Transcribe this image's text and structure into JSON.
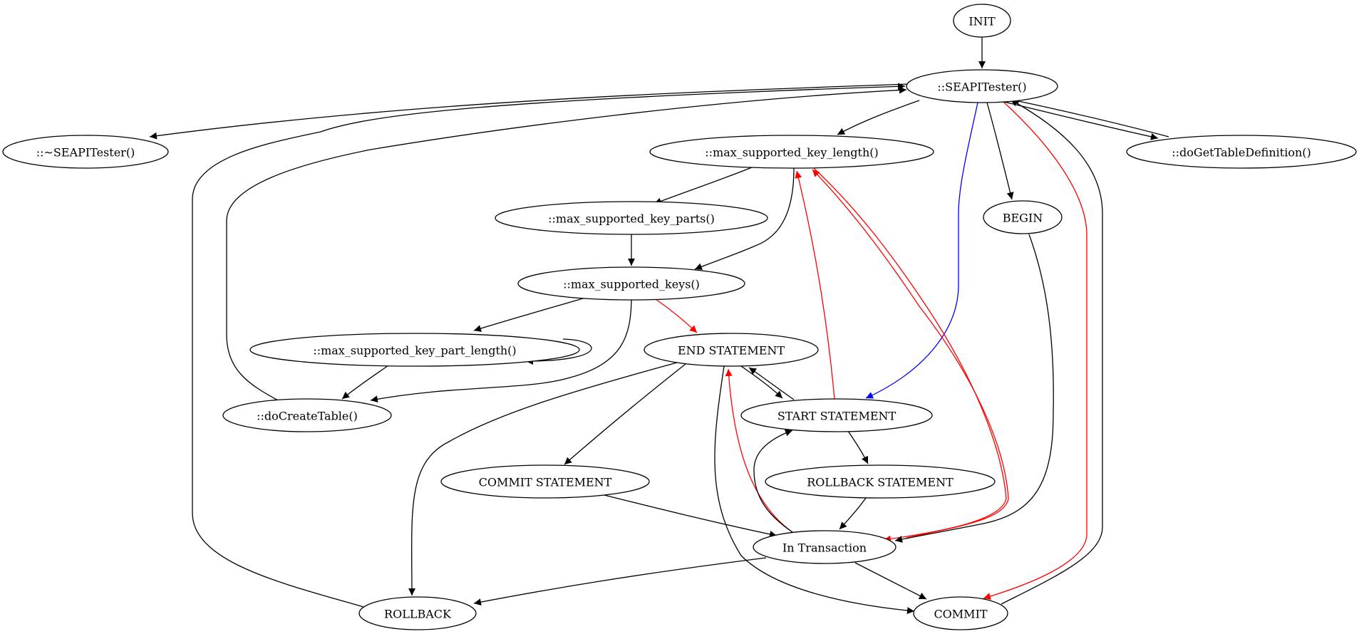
{
  "diagram": {
    "type": "state-transition-graph",
    "nodes": [
      {
        "id": "init",
        "label": "INIT"
      },
      {
        "id": "ctor",
        "label": "::SEAPITester()"
      },
      {
        "id": "dtor",
        "label": "::~SEAPITester()"
      },
      {
        "id": "key_length",
        "label": "::max_supported_key_length()"
      },
      {
        "id": "get_table_def",
        "label": "::doGetTableDefinition()"
      },
      {
        "id": "key_parts",
        "label": "::max_supported_key_parts()"
      },
      {
        "id": "begin",
        "label": "BEGIN"
      },
      {
        "id": "keys",
        "label": "::max_supported_keys()"
      },
      {
        "id": "key_part_length",
        "label": "::max_supported_key_part_length()"
      },
      {
        "id": "end_stmt",
        "label": "END STATEMENT"
      },
      {
        "id": "create_table",
        "label": "::doCreateTable()"
      },
      {
        "id": "start_stmt",
        "label": "START STATEMENT"
      },
      {
        "id": "commit_stmt",
        "label": "COMMIT STATEMENT"
      },
      {
        "id": "rollback_stmt",
        "label": "ROLLBACK STATEMENT"
      },
      {
        "id": "in_txn",
        "label": "In Transaction"
      },
      {
        "id": "rollback",
        "label": "ROLLBACK"
      },
      {
        "id": "commit",
        "label": "COMMIT"
      }
    ],
    "edges": [
      {
        "from": "init",
        "to": "ctor",
        "color": "#000000"
      },
      {
        "from": "ctor",
        "to": "dtor",
        "color": "#000000"
      },
      {
        "from": "ctor",
        "to": "key_length",
        "color": "#000000"
      },
      {
        "from": "ctor",
        "to": "get_table_def",
        "color": "#000000"
      },
      {
        "from": "get_table_def",
        "to": "ctor",
        "color": "#000000"
      },
      {
        "from": "ctor",
        "to": "begin",
        "color": "#000000"
      },
      {
        "from": "ctor",
        "to": "start_stmt",
        "color": "#0000ff"
      },
      {
        "from": "ctor",
        "to": "commit",
        "color": "#ff0000"
      },
      {
        "from": "commit",
        "to": "ctor",
        "color": "#000000"
      },
      {
        "from": "rollback",
        "to": "ctor",
        "color": "#000000"
      },
      {
        "from": "create_table",
        "to": "ctor",
        "color": "#000000"
      },
      {
        "from": "key_length",
        "to": "key_parts",
        "color": "#000000"
      },
      {
        "from": "key_length",
        "to": "keys",
        "color": "#000000"
      },
      {
        "from": "key_parts",
        "to": "keys",
        "color": "#000000"
      },
      {
        "from": "keys",
        "to": "key_part_length",
        "color": "#000000"
      },
      {
        "from": "keys",
        "to": "end_stmt",
        "color": "#ff0000"
      },
      {
        "from": "keys",
        "to": "create_table",
        "color": "#000000"
      },
      {
        "from": "key_part_length",
        "to": "key_part_length",
        "color": "#000000"
      },
      {
        "from": "key_part_length",
        "to": "create_table",
        "color": "#000000"
      },
      {
        "from": "start_stmt",
        "to": "key_length",
        "color": "#ff0000"
      },
      {
        "from": "in_txn",
        "to": "key_length",
        "color": "#ff0000"
      },
      {
        "from": "key_length",
        "to": "in_txn",
        "color": "#ff0000"
      },
      {
        "from": "end_stmt",
        "to": "start_stmt",
        "color": "#000000"
      },
      {
        "from": "start_stmt",
        "to": "end_stmt",
        "color": "#000000"
      },
      {
        "from": "end_stmt",
        "to": "commit_stmt",
        "color": "#000000"
      },
      {
        "from": "end_stmt",
        "to": "rollback",
        "color": "#000000"
      },
      {
        "from": "end_stmt",
        "to": "commit",
        "color": "#000000"
      },
      {
        "from": "in_txn",
        "to": "end_stmt",
        "color": "#ff0000"
      },
      {
        "from": "in_txn",
        "to": "start_stmt",
        "color": "#000000"
      },
      {
        "from": "start_stmt",
        "to": "rollback_stmt",
        "color": "#000000"
      },
      {
        "from": "commit_stmt",
        "to": "in_txn",
        "color": "#000000"
      },
      {
        "from": "rollback_stmt",
        "to": "in_txn",
        "color": "#000000"
      },
      {
        "from": "begin",
        "to": "in_txn",
        "color": "#000000"
      },
      {
        "from": "in_txn",
        "to": "rollback",
        "color": "#000000"
      },
      {
        "from": "in_txn",
        "to": "commit",
        "color": "#000000"
      }
    ]
  }
}
